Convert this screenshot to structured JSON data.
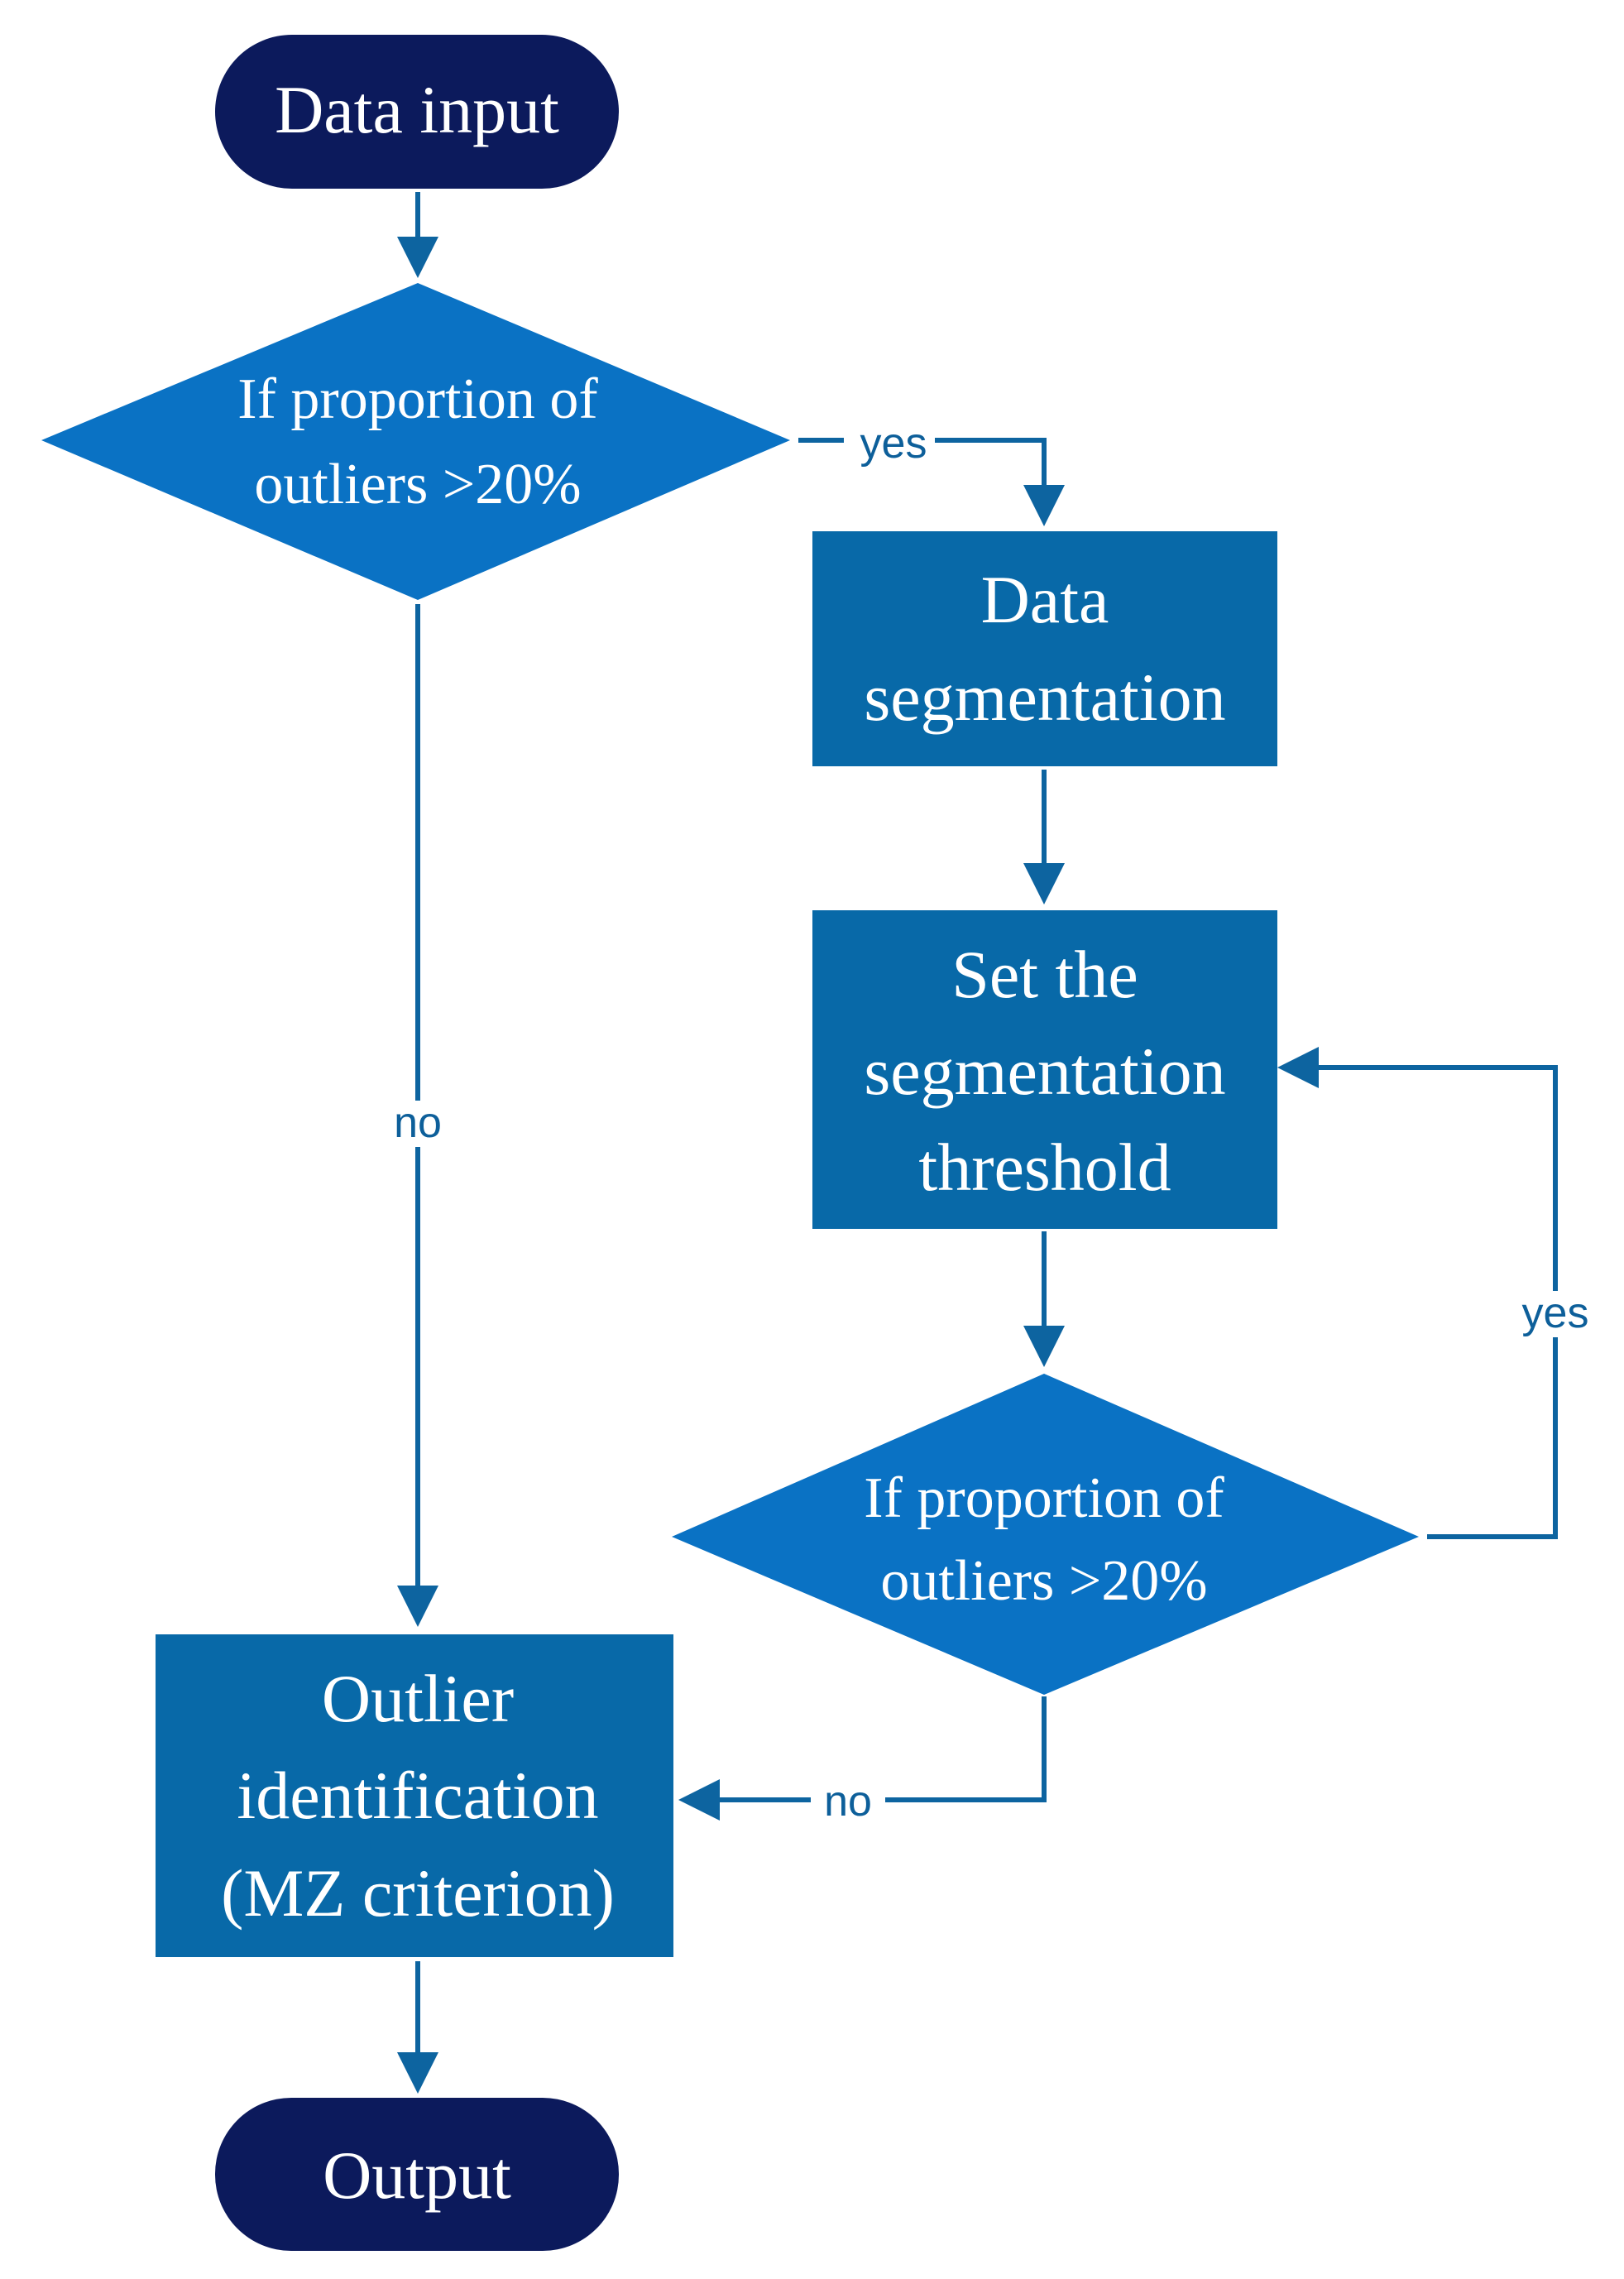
{
  "colors": {
    "terminal": "#0c1a5c",
    "process": "#0869a8",
    "decision": "#0a72c4",
    "edge": "#0d64a0",
    "edge_label": "#0d5f9a",
    "node_text": "#ffffff"
  },
  "nodes": {
    "start": {
      "lines": [
        "Data input"
      ]
    },
    "decision1": {
      "lines": [
        "If proportion of",
        "outliers >20%"
      ]
    },
    "segmentation": {
      "lines": [
        "Data",
        "segmentation"
      ]
    },
    "threshold": {
      "lines": [
        "Set the",
        "segmentation",
        "threshold"
      ]
    },
    "decision2": {
      "lines": [
        "If proportion of",
        "outliers >20%"
      ]
    },
    "identification": {
      "lines": [
        "Outlier",
        "identification",
        "(MZ criterion)"
      ]
    },
    "end": {
      "lines": [
        "Output"
      ]
    }
  },
  "edges": {
    "d1_yes": "yes",
    "d1_no": "no",
    "d2_yes": "yes",
    "d2_no": "no"
  }
}
